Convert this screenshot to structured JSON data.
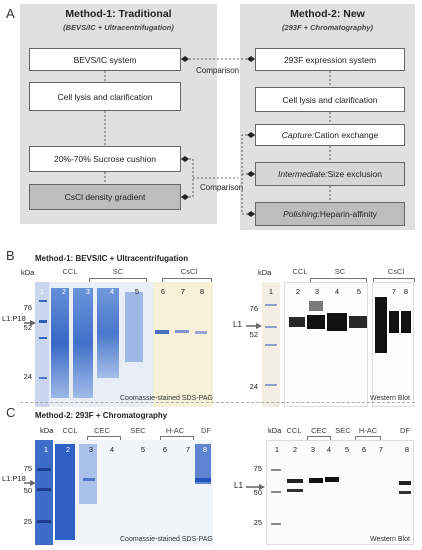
{
  "panelA": {
    "letter": "A",
    "method1": {
      "title": "Method-1: Traditional",
      "subtitle": "(BEVS/IC + Ultracentrifugation)",
      "steps": [
        "BEVS/IC system",
        "Cell lysis and clarification",
        "20%-70% Sucrose cushion",
        "CsCl density gradient"
      ]
    },
    "method2": {
      "title": "Method-2: New",
      "subtitle": "(293F + Chromatography)",
      "steps": [
        "293F expression system",
        "Cell lysis and clarification"
      ],
      "capture_label": "Capture:",
      "capture_text": " Cation exchange",
      "intermediate_label": "Intermediate:",
      "intermediate_text": " Size exclusion",
      "polishing_label": "Polishing:",
      "polishing_text": " Heparin-affinity"
    },
    "comparison": "Comparison"
  },
  "panelB": {
    "letter": "B",
    "title": "Method-1: BEVS/IC + Ultracentrifugation",
    "kda": "kDa",
    "markers_left": [
      "76",
      "52",
      "24"
    ],
    "l1_left": "L1:P18",
    "groups": [
      "CCL",
      "SC",
      "CsCl"
    ],
    "lanes": [
      "1",
      "2",
      "3",
      "4",
      "5",
      "6",
      "7",
      "8"
    ],
    "caption_left": "Coomassie-stained SDS-PAG",
    "markers_right": [
      "76",
      "52",
      "24"
    ],
    "l1_right": "L1",
    "caption_right": "Western Blot"
  },
  "panelC": {
    "letter": "C",
    "title": "Method-2: 293F + Chromatography",
    "kda": "kDa",
    "markers_left": [
      "75",
      "50",
      "25"
    ],
    "l1_left": "L1:P18",
    "groups": [
      "CCL",
      "CEC",
      "SEC",
      "H-AC",
      "DF"
    ],
    "lanes": [
      "1",
      "2",
      "3",
      "4",
      "5",
      "6",
      "7",
      "8"
    ],
    "caption_left": "Coomassie-stained SDS-PAG",
    "markers_right": [
      "75",
      "50",
      "25"
    ],
    "l1_right": "L1",
    "caption_right": "Western Blot"
  },
  "colors": {
    "box_dark": "#bdbdbd",
    "panel_gray": "#e0e0e0",
    "gel_blue": "#2f62c4",
    "blot_black": "#111111"
  }
}
